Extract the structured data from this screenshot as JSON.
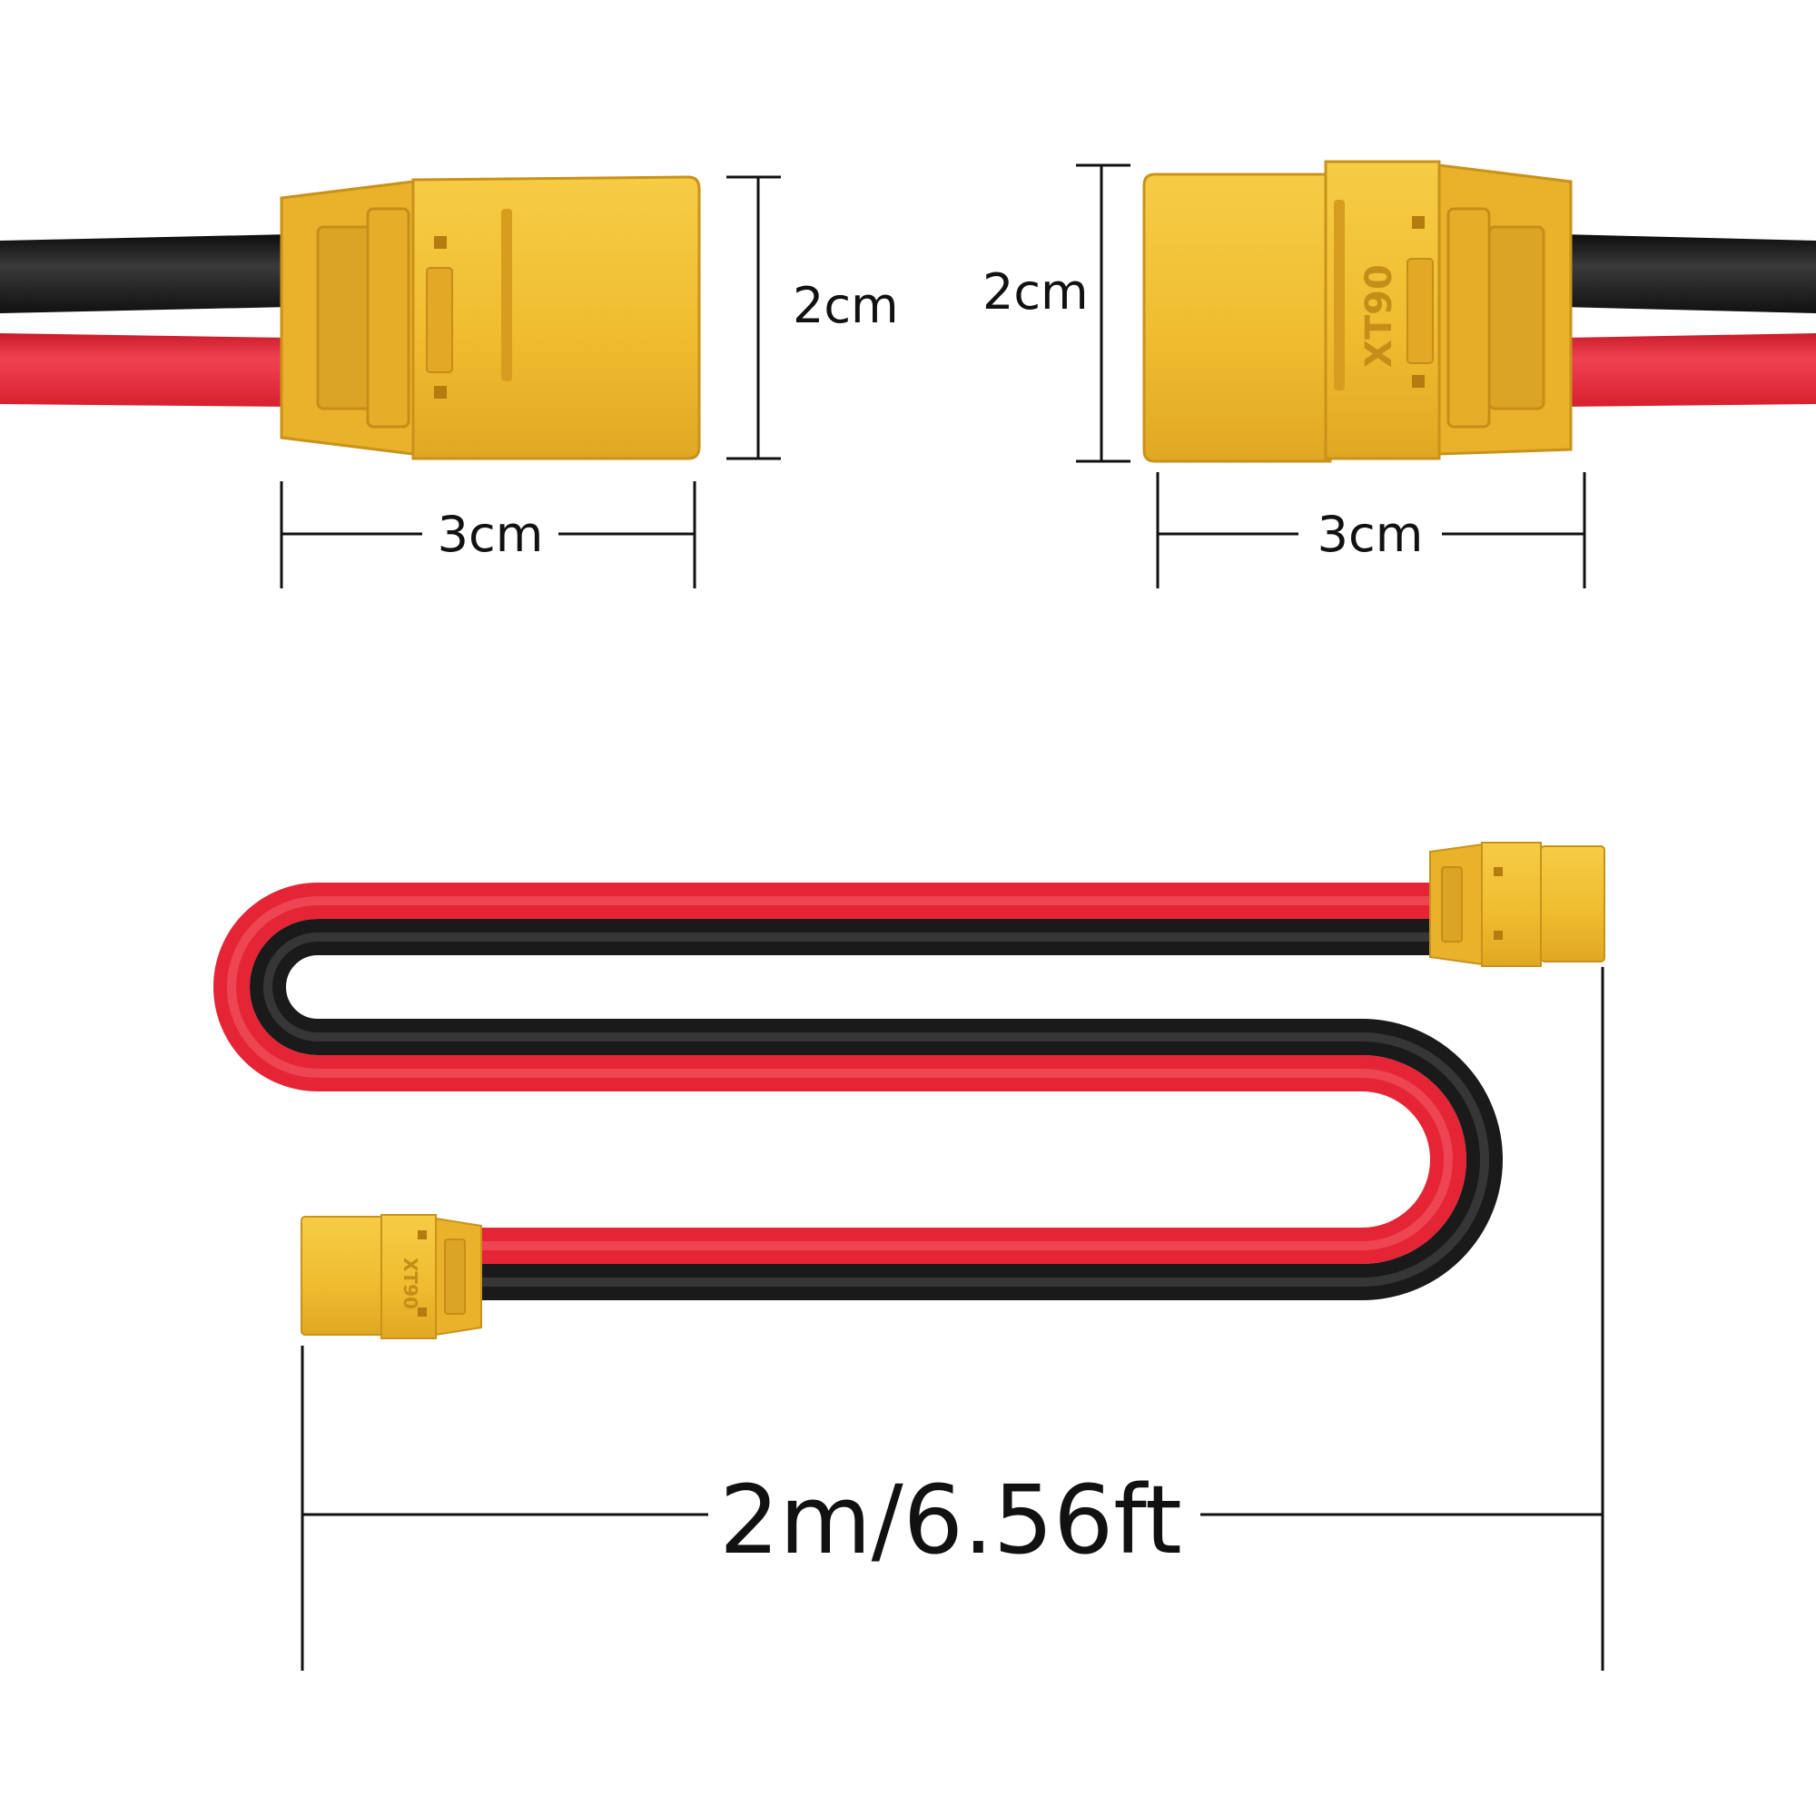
{
  "connector_label": "XT90",
  "top_left": {
    "height_label": "2cm",
    "width_label": "3cm"
  },
  "top_right": {
    "height_label": "2cm",
    "width_label": "3cm"
  },
  "cable": {
    "length_label": "2m/6.56ft"
  },
  "colors": {
    "connector_yellow": "#F2C033",
    "connector_shadow": "#D9A01E",
    "wire_red": "#E52535",
    "wire_black": "#1A1A1A",
    "dimension_line": "#111111"
  }
}
